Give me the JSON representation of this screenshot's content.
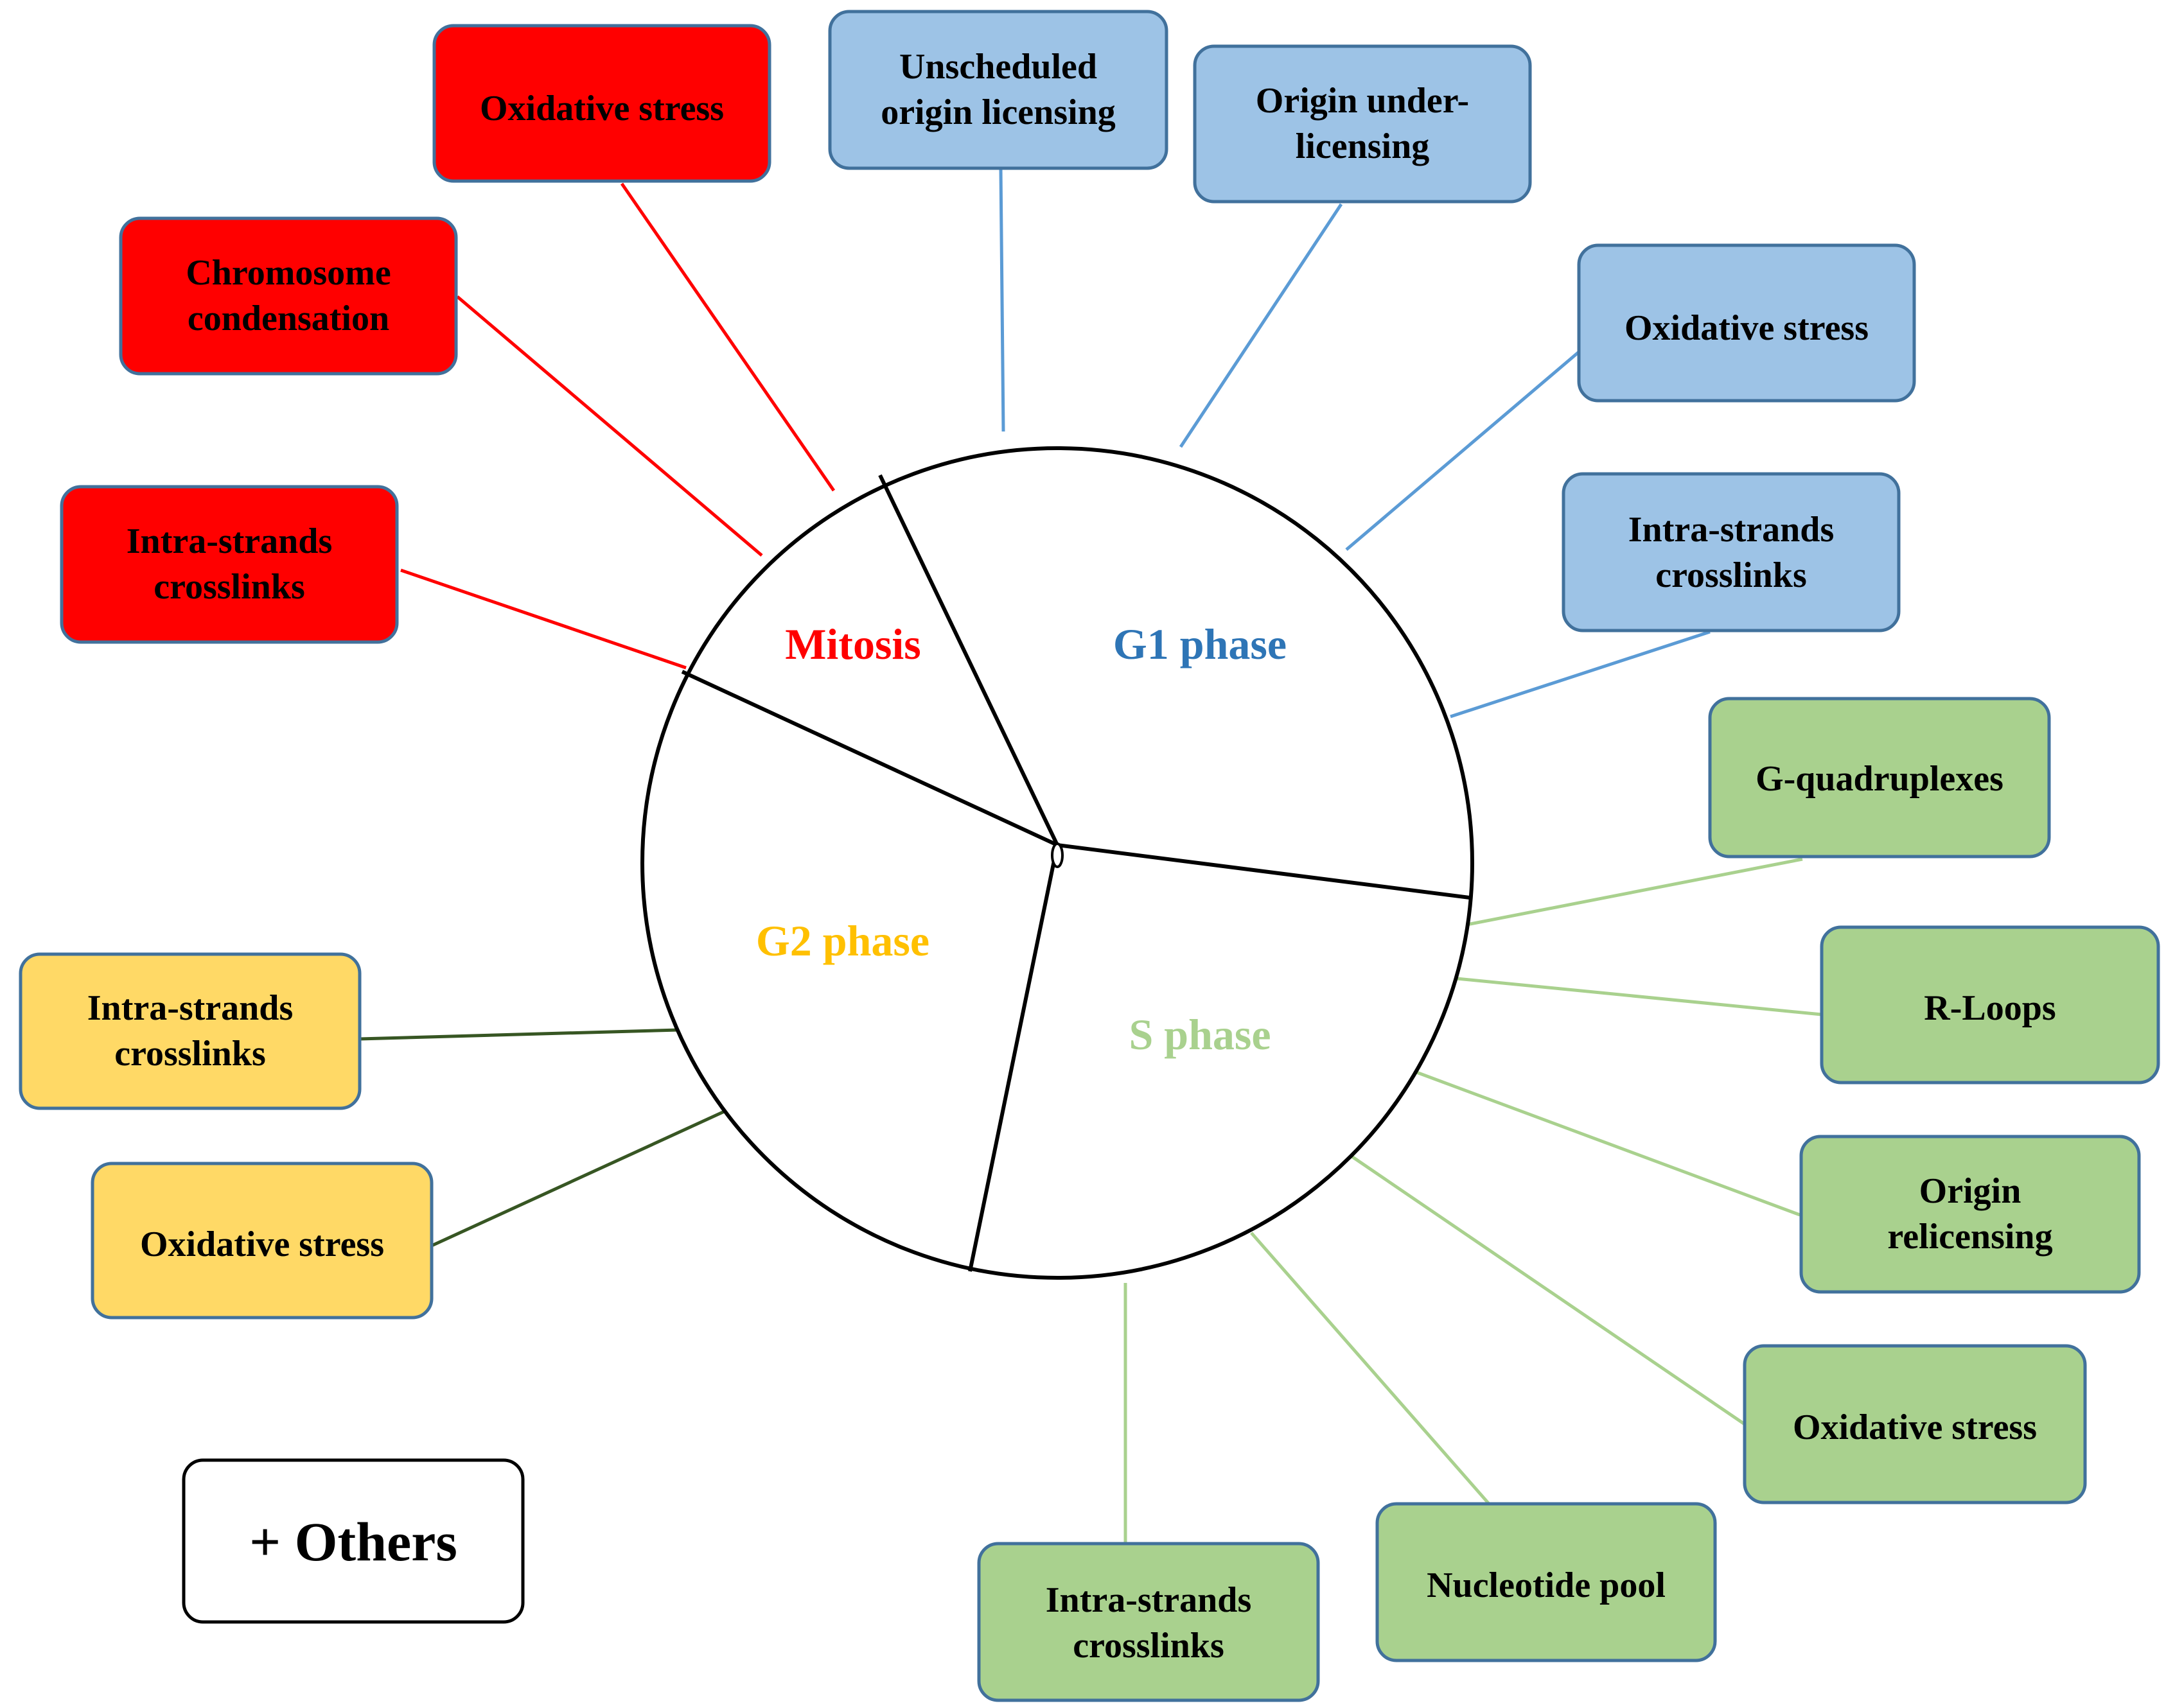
{
  "colors": {
    "mitosis_fill": "#ff0000",
    "mitosis_text": "#ff0000",
    "mitosis_line": "#ff0000",
    "g1_fill": "#9dc3e6",
    "g1_text": "#2e75b6",
    "g1_line": "#5b9bd5",
    "s_fill": "#a9d18e",
    "s_text": "#a9d18e",
    "s_line": "#a9d18e",
    "g2_fill": "#ffd966",
    "g2_text": "#ffc000",
    "g2_line": "#375623",
    "box_border": "#41719c",
    "circle_stroke": "#000000"
  },
  "phases": {
    "mitosis": "Mitosis",
    "g1": "G1 phase",
    "s": "S phase",
    "g2": "G2 phase"
  },
  "mitosis_boxes": [
    {
      "lines": [
        "Oxidative stress"
      ]
    },
    {
      "lines": [
        "Chromosome",
        "condensation"
      ]
    },
    {
      "lines": [
        "Intra-strands",
        "crosslinks"
      ]
    }
  ],
  "g1_boxes": [
    {
      "lines": [
        "Unscheduled",
        "origin licensing"
      ]
    },
    {
      "lines": [
        "Origin under-",
        "licensing"
      ]
    },
    {
      "lines": [
        "Oxidative stress"
      ]
    },
    {
      "lines": [
        "Intra-strands",
        "crosslinks"
      ]
    }
  ],
  "s_boxes": [
    {
      "lines": [
        "G-quadruplexes"
      ]
    },
    {
      "lines": [
        "R-Loops"
      ]
    },
    {
      "lines": [
        "Origin",
        "relicensing"
      ]
    },
    {
      "lines": [
        "Oxidative stress"
      ]
    },
    {
      "lines": [
        "Nucleotide pool"
      ]
    },
    {
      "lines": [
        "Intra-strands",
        "crosslinks"
      ]
    }
  ],
  "g2_boxes": [
    {
      "lines": [
        "Intra-strands",
        "crosslinks"
      ]
    },
    {
      "lines": [
        "Oxidative stress"
      ]
    }
  ],
  "others": "+ Others"
}
